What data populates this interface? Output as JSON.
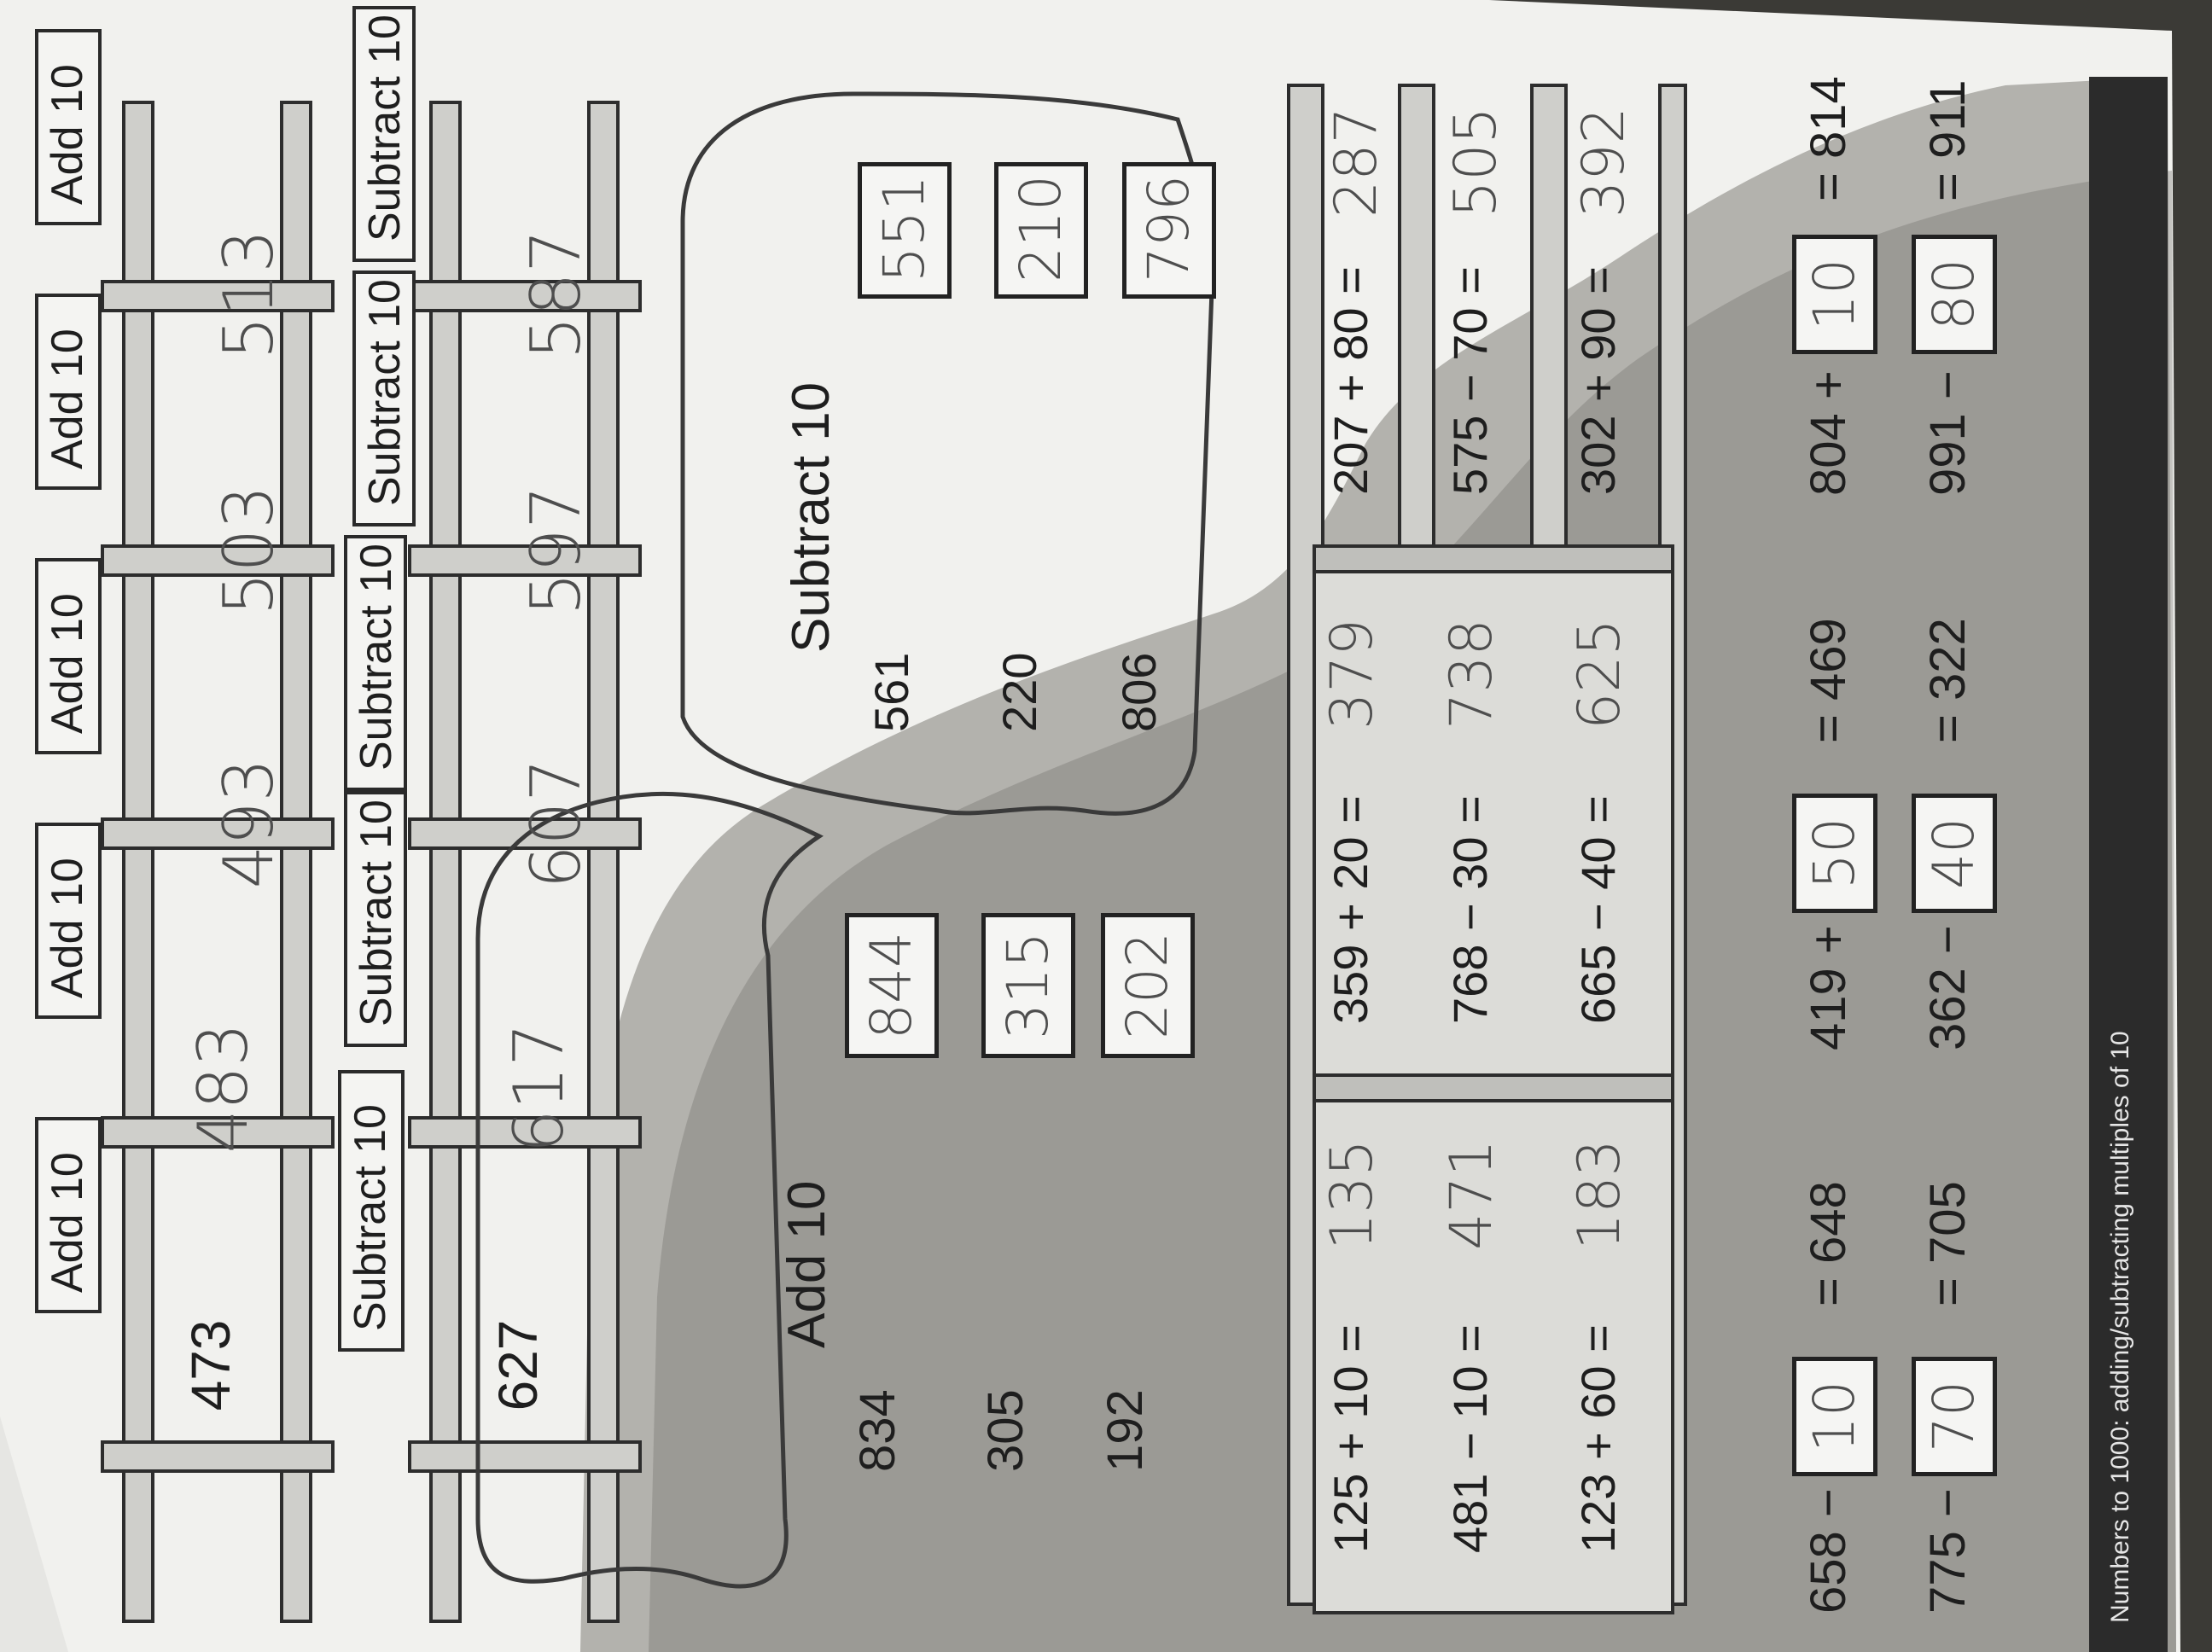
{
  "add_ladder": {
    "labels": [
      "Add 10",
      "Add 10",
      "Add 10",
      "Add 10",
      "Add 10"
    ],
    "values": [
      "473",
      "483",
      "493",
      "503",
      "513"
    ]
  },
  "subtract_ladder": {
    "labels": [
      "Subtract 10",
      "Subtract 10",
      "Subtract 10",
      "Subtract 10",
      "Subtract 10"
    ],
    "values": [
      "627",
      "617",
      "607",
      "597",
      "587"
    ]
  },
  "add_panel": {
    "title": "Add 10",
    "rows": [
      {
        "input": "834",
        "output": "844"
      },
      {
        "input": "305",
        "output": "315"
      },
      {
        "input": "192",
        "output": "202"
      }
    ]
  },
  "subtract_panel": {
    "title": "Subtract 10",
    "rows": [
      {
        "input": "561",
        "output": "551"
      },
      {
        "input": "220",
        "output": "210"
      },
      {
        "input": "806",
        "output": "796"
      }
    ]
  },
  "equations": [
    {
      "q": "125 + 10 =",
      "a": "135"
    },
    {
      "q": "359 + 20 =",
      "a": "379"
    },
    {
      "q": "207 + 80 =",
      "a": "287"
    },
    {
      "q": "481 − 10 =",
      "a": "471"
    },
    {
      "q": "768 − 30 =",
      "a": "738"
    },
    {
      "q": "575 − 70 =",
      "a": "505"
    },
    {
      "q": "123 + 60 =",
      "a": "183"
    },
    {
      "q": "665 − 40 =",
      "a": "625"
    },
    {
      "q": "302 + 90 =",
      "a": "392"
    }
  ],
  "missing": [
    {
      "pre": "658 −",
      "ans": "10",
      "post": "= 648"
    },
    {
      "pre": "419 +",
      "ans": "50",
      "post": "= 469"
    },
    {
      "pre": "804 +",
      "ans": "10",
      "post": "= 814"
    },
    {
      "pre": "775 −",
      "ans": "70",
      "post": "= 705"
    },
    {
      "pre": "362 −",
      "ans": "40",
      "post": "= 322"
    },
    {
      "pre": "991 −",
      "ans": "80",
      "post": "= 911"
    }
  ],
  "footer": "Numbers to 1000: adding/subtracting multiples of 10"
}
